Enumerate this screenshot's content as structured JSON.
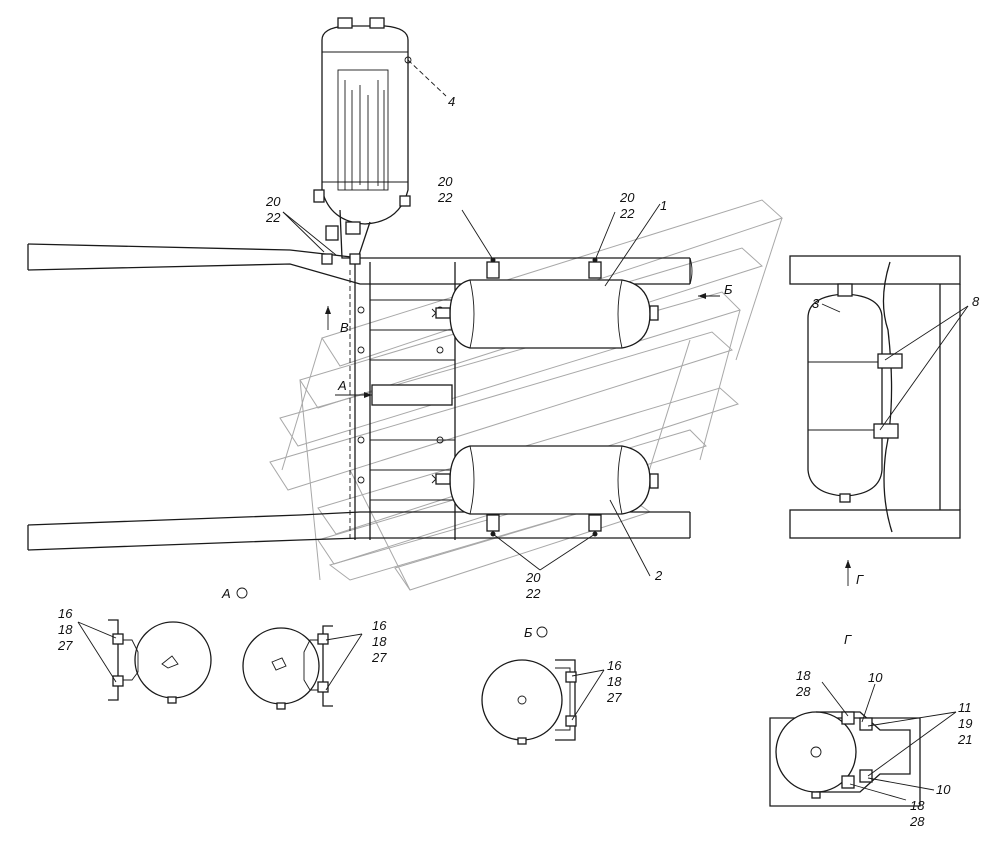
{
  "labels": {
    "part_4": "4",
    "part_1": "1",
    "part_2": "2",
    "part_3": "3",
    "part_8": "8",
    "l20a": "20",
    "l22a": "22",
    "l20b": "20",
    "l22b": "22",
    "l20c": "20",
    "l22c": "22",
    "l20d": "20",
    "l22d": "22",
    "view_b_arrow": "Б",
    "view_v_arrow": "В",
    "view_a_arrow": "А",
    "view_g_arrow": "Г",
    "section_a": "А",
    "section_b": "Б",
    "section_g": "Г",
    "a1_16": "16",
    "a1_18": "18",
    "a1_27": "27",
    "a2_16": "16",
    "a2_18": "18",
    "a2_27": "27",
    "b_16": "16",
    "b_18": "18",
    "b_27": "27",
    "g_18a": "18",
    "g_28a": "28",
    "g_10a": "10",
    "g_11": "11",
    "g_19": "19",
    "g_21": "21",
    "g_10b": "10",
    "g_18b": "18",
    "g_28b": "28"
  },
  "colors": {
    "line": "#1a1a1a",
    "watermark": "#a8a8a8",
    "background": "#ffffff"
  }
}
